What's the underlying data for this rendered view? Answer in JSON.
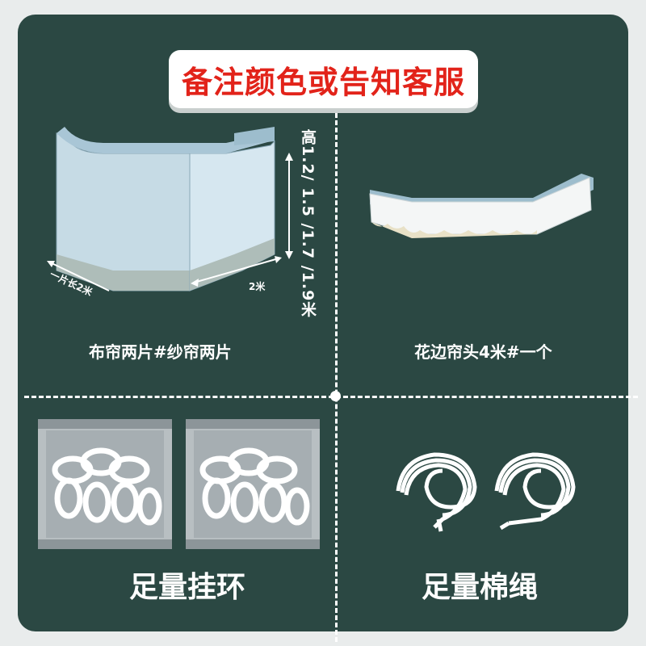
{
  "banner": {
    "text": "备注颜色或告知客服"
  },
  "curtain": {
    "height_label": "高1.2/ 1.5 /1.7 /1.9米",
    "panel_length_label": "一片长2米",
    "width_label": "2米",
    "caption": "布帘两片#纱帘两片"
  },
  "valance": {
    "caption": "花边帘头4米#一个"
  },
  "hooks": {
    "caption": "足量挂环"
  },
  "rope": {
    "caption": "足量棉绳"
  }
}
